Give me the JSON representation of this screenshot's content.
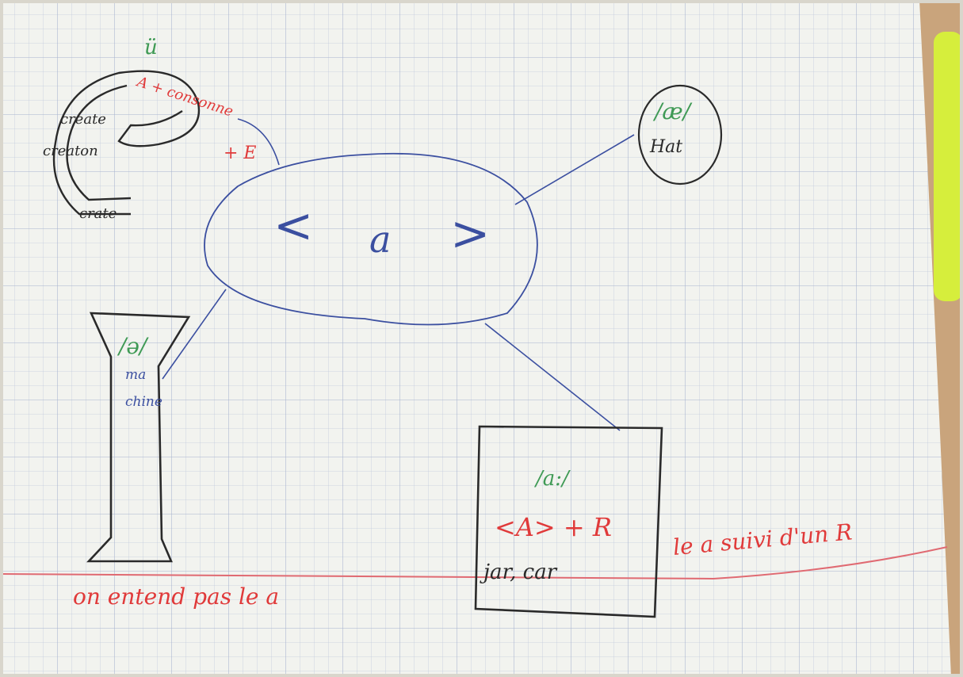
{
  "colors": {
    "paper": "#f1f2ee",
    "grid": "#b9c3d6",
    "margin_line": "#e06a72",
    "blue_ink": "#3b4fa0",
    "black_ink": "#2a2a2a",
    "green_ink": "#3f9a55",
    "red_ink": "#e03a3a",
    "highlighter": "#d8ef3a",
    "table_wood": "#c8a27a"
  },
  "center_bubble": {
    "text": "a",
    "left_bracket": "<",
    "right_bracket": ">"
  },
  "snail": {
    "top_label": "ü",
    "label_red": "A + consonne",
    "words": [
      "create",
      "creaton",
      "crate"
    ],
    "red_note": "+ E"
  },
  "oval": {
    "phonetic": "/æ/",
    "word": "Hat"
  },
  "pillar": {
    "phonetic": "/ə/",
    "word_line1": "ma",
    "word_line2": "chine"
  },
  "box": {
    "phonetic": "/a:/",
    "rule": "<A> + R",
    "example": "jar, car"
  },
  "notes": {
    "bottom_left": "on entend pas le a",
    "right": "le a suivi d'un R"
  }
}
